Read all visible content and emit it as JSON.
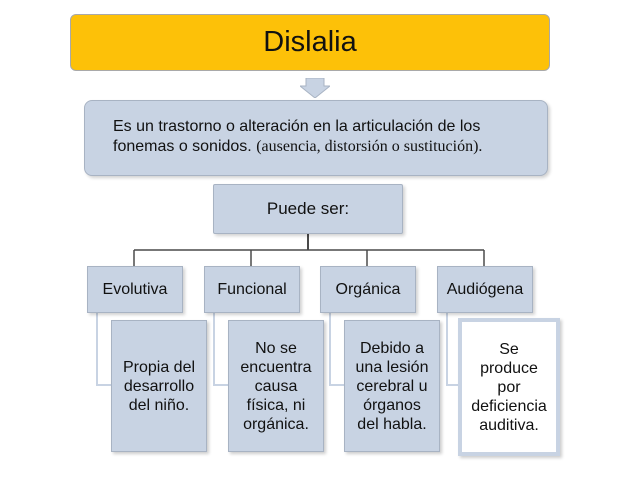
{
  "title": "Dislalia",
  "definition": {
    "main": "Es un trastorno o alteración en la articulación de los fonemas o sonidos.",
    "line1": "Es un trastorno o alteración en la articulación de los",
    "line2_main": "fonemas o sonidos.",
    "line2_serif": "(ausencia, distorsión o sustitución)."
  },
  "puede_ser": "Puede ser:",
  "categories": [
    {
      "label": "Evolutiva",
      "desc_lines": [
        "Propia del",
        "desarrollo",
        "del niño."
      ]
    },
    {
      "label": "Funcional",
      "desc_lines": [
        "No se",
        "encuentra",
        "causa",
        "física, ni",
        "orgánica."
      ]
    },
    {
      "label": "Orgánica",
      "desc_lines": [
        "Debido a",
        "una lesión",
        "cerebral u",
        "órganos",
        "del habla."
      ]
    },
    {
      "label": "Audiógena",
      "desc_lines": [
        "Se",
        "produce",
        "por",
        "deficiencia",
        "auditiva."
      ]
    }
  ],
  "colors": {
    "title_fill": "#fdc108",
    "box_fill": "#c8d3e3",
    "connector": "#4a4a4a",
    "arrow": "#c8d3e3"
  }
}
